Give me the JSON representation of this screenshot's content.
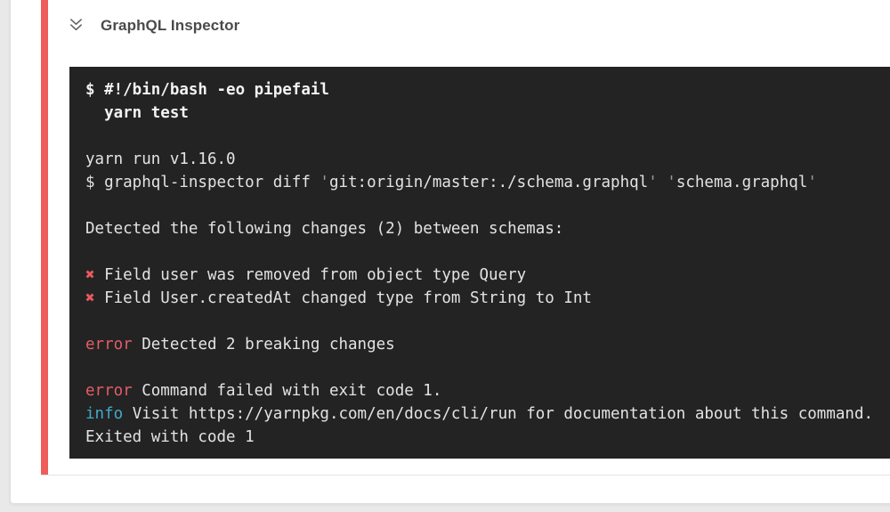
{
  "header": {
    "title": "GraphQL Inspector",
    "collapse_icon": "double-chevron-down-icon"
  },
  "colors": {
    "failed_step_stripe": "#ee5c5c",
    "terminal_background": "#232323",
    "terminal_text": "#e3e3e3",
    "error_red": "#e25d66",
    "info_cyan": "#42a9c9",
    "cross_red": "#ea5a5f",
    "dim_quote": "#9a9a9a"
  },
  "terminal": {
    "lines": [
      [
        {
          "t": "$ #!/bin/bash -eo pipefail",
          "s": "bold"
        }
      ],
      [
        {
          "t": "  yarn test",
          "s": "bold"
        }
      ],
      [],
      [
        {
          "t": "yarn run v1.16.0",
          "s": "plain"
        }
      ],
      [
        {
          "t": "$ graphql-inspector diff ",
          "s": "plain"
        },
        {
          "t": "'",
          "s": "dim"
        },
        {
          "t": "git:origin/master:./schema.graphql",
          "s": "plain"
        },
        {
          "t": "'",
          "s": "dim"
        },
        {
          "t": " ",
          "s": "plain"
        },
        {
          "t": "'",
          "s": "dim"
        },
        {
          "t": "schema.graphql",
          "s": "plain"
        },
        {
          "t": "'",
          "s": "dim"
        }
      ],
      [],
      [
        {
          "t": "Detected the following changes (2) between schemas:",
          "s": "plain"
        }
      ],
      [],
      [
        {
          "t": "✖",
          "s": "cross"
        },
        {
          "t": " Field user was removed from object type Query",
          "s": "plain"
        }
      ],
      [
        {
          "t": "✖",
          "s": "cross"
        },
        {
          "t": " Field User.createdAt changed type from String to Int",
          "s": "plain"
        }
      ],
      [],
      [
        {
          "t": "error",
          "s": "error"
        },
        {
          "t": " Detected 2 breaking changes",
          "s": "plain"
        }
      ],
      [],
      [
        {
          "t": "error",
          "s": "error"
        },
        {
          "t": " Command failed with exit code 1.",
          "s": "plain"
        }
      ],
      [
        {
          "t": "info",
          "s": "info"
        },
        {
          "t": " Visit https://yarnpkg.com/en/docs/cli/run for documentation about this command.",
          "s": "plain"
        }
      ],
      [
        {
          "t": "Exited with code 1",
          "s": "plain"
        }
      ]
    ]
  }
}
